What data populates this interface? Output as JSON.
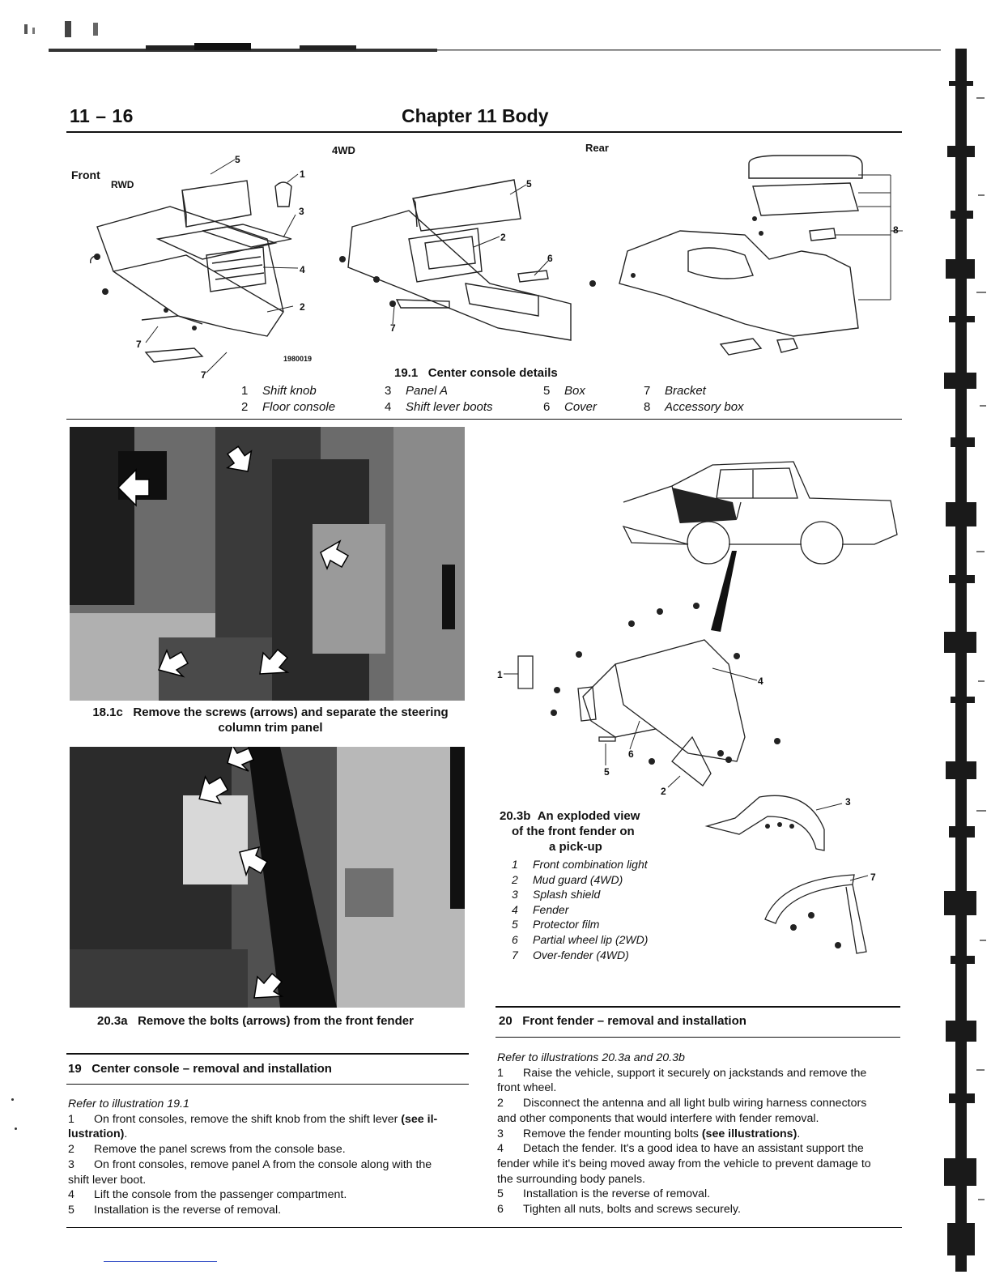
{
  "header": {
    "page_number": "11 – 16",
    "chapter_title": "Chapter 11  Body"
  },
  "figure_19_1": {
    "labels": {
      "fourwd": "4WD",
      "rear": "Rear",
      "front": "Front",
      "rwd": "RWD",
      "code": "1980019"
    },
    "callouts_left": [
      "5",
      "1",
      "3",
      "4",
      "2",
      "7",
      "7"
    ],
    "callouts_mid": [
      "5",
      "2",
      "6",
      "7"
    ],
    "callouts_right": [
      "8"
    ],
    "caption_num": "19.1",
    "caption_text": "Center console details",
    "legend": [
      {
        "num": "1",
        "label": "Shift knob"
      },
      {
        "num": "2",
        "label": "Floor console"
      },
      {
        "num": "3",
        "label": "Panel A"
      },
      {
        "num": "4",
        "label": "Shift lever boots"
      },
      {
        "num": "5",
        "label": "Box"
      },
      {
        "num": "6",
        "label": "Cover"
      },
      {
        "num": "7",
        "label": "Bracket"
      },
      {
        "num": "8",
        "label": "Accessory box"
      }
    ]
  },
  "photo_18_1c": {
    "caption_num": "18.1c",
    "caption_text": "Remove the screws (arrows) and separate the steering",
    "caption_text_2": "column trim panel"
  },
  "photo_20_3a": {
    "caption_num": "20.3a",
    "caption_text": "Remove the bolts (arrows) from the front fender"
  },
  "figure_20_3b": {
    "callouts": [
      "1",
      "4",
      "6",
      "5",
      "2",
      "3",
      "7"
    ],
    "caption_num": "20.3b",
    "caption_line1": "An exploded view",
    "caption_line2": "of the front fender on",
    "caption_line3": "a pick-up",
    "legend": [
      {
        "num": "1",
        "label": "Front combination light"
      },
      {
        "num": "2",
        "label": "Mud guard (4WD)"
      },
      {
        "num": "3",
        "label": "Splash shield"
      },
      {
        "num": "4",
        "label": "Fender"
      },
      {
        "num": "5",
        "label": "Protector film"
      },
      {
        "num": "6",
        "label": "Partial wheel lip (2WD)"
      },
      {
        "num": "7",
        "label": "Over-fender (4WD)"
      }
    ]
  },
  "section_19": {
    "number": "19",
    "title": "Center console – removal and installation",
    "ref": "Refer to illustration 19.1",
    "steps": [
      {
        "num": "1",
        "text": "On front consoles, remove the shift knob from the shift lever ",
        "bold": "(see il-",
        "text2": "",
        "cont_bold": "lustration)",
        "cont_text": "."
      },
      {
        "num": "2",
        "text": "Remove the panel screws from the console base."
      },
      {
        "num": "3",
        "text": "On front consoles, remove panel A from the console along with the",
        "cont_text": "shift lever boot."
      },
      {
        "num": "4",
        "text": "Lift the console from the passenger compartment."
      },
      {
        "num": "5",
        "text": "Installation is the reverse of removal."
      }
    ]
  },
  "section_20": {
    "number": "20",
    "title": "Front fender – removal and installation",
    "ref": "Refer to illustrations 20.3a and 20.3b",
    "steps": [
      {
        "num": "1",
        "text": "Raise the vehicle, support it securely on jackstands and remove the",
        "cont_text": "front wheel."
      },
      {
        "num": "2",
        "text": "Disconnect the antenna and all light bulb wiring harness connectors",
        "cont_text": "and other components that would interfere with fender removal."
      },
      {
        "num": "3",
        "text": "Remove the fender mounting bolts ",
        "bold": "(see illustrations)",
        "text2": "."
      },
      {
        "num": "4",
        "text": "Detach the fender. It's a good idea to have an assistant support the",
        "cont_text": "fender while it's being moved away from the vehicle to prevent damage to",
        "cont_text2": "the surrounding body panels."
      },
      {
        "num": "5",
        "text": "Installation is the reverse of removal."
      },
      {
        "num": "6",
        "text": "Tighten all nuts, bolts and screws securely."
      }
    ]
  }
}
